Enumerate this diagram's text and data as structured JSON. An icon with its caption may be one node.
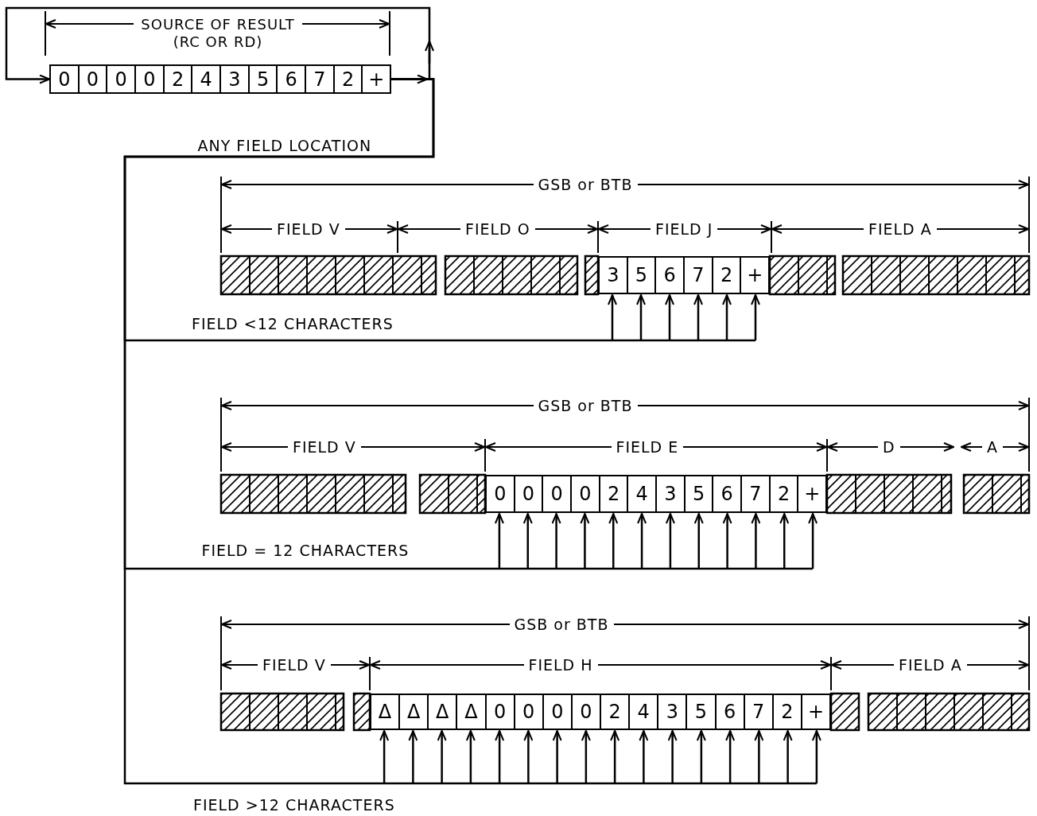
{
  "diagram": {
    "nodes": [
      {
        "text": [
          "0",
          "0",
          "0",
          "0",
          "2",
          "4",
          "3",
          "5",
          "6",
          "7",
          "2",
          "+"
        ]
      },
      {
        "text": [
          "3",
          "5",
          "6",
          "7",
          "2",
          "+"
        ]
      },
      {
        "text": [
          "0",
          "0",
          "0",
          "0",
          "2",
          "4",
          "3",
          "5",
          "6",
          "7",
          "2",
          "+"
        ]
      },
      {
        "text": [
          "Δ",
          "Δ",
          "Δ",
          "Δ",
          "0",
          "0",
          "0",
          "0",
          "2",
          "4",
          "3",
          "5",
          "6",
          "7",
          "2",
          "+"
        ]
      }
    ],
    "edges": [
      {
        "from": 0,
        "to": 0,
        "arrow": "to"
      },
      {
        "from": 0,
        "to": 1,
        "arrow": "to"
      },
      {
        "from": 0,
        "to": 2,
        "arrow": "to"
      },
      {
        "from": 0,
        "to": 3,
        "arrow": "to"
      }
    ],
    "labels": [
      "SOURCE OF RESULT (RC OR RD)",
      "ANY FIELD LOCATION",
      "GSB or BTB",
      "FIELD V",
      "FIELD O",
      "FIELD J",
      "FIELD A",
      "FIELD <12 CHARACTERS",
      "GSB or BTB",
      "FIELD V",
      "FIELD E",
      "D",
      "A",
      "FIELD = 12 CHARACTERS",
      "GSB or BTB",
      "FIELD V",
      "FIELD H",
      "FIELD A",
      "FIELD >12 CHARACTERS"
    ]
  }
}
